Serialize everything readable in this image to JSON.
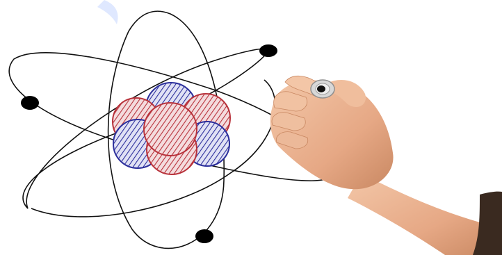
{
  "scene": {
    "description_icon": "atom-diagram-icon",
    "colors": {
      "background": "#ffffff",
      "orbit_line": "#111111",
      "electron": "#000000",
      "proton_stroke": "#b8323b",
      "proton_fill": "#e9b9bd",
      "neutron_stroke": "#2c2f9c",
      "neutron_fill": "#c9caec",
      "watermark": "#dfe8ff",
      "skin": "#e9b290",
      "skin_shadow": "#c98862",
      "sleeve": "#3a2a20",
      "marker_cap": "#cfcfcf"
    },
    "nucleus": {
      "protons": 4,
      "neutrons": 3
    },
    "electrons": 3
  }
}
